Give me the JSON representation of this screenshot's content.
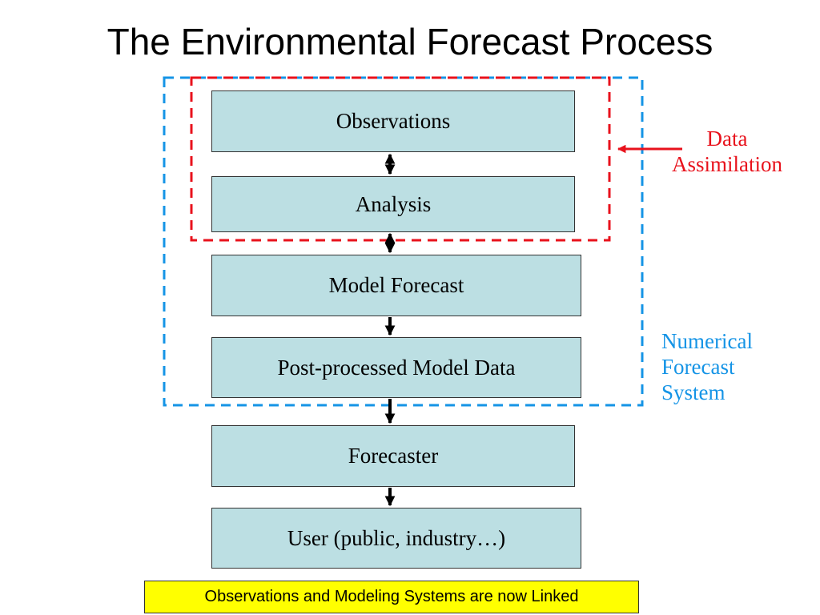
{
  "title": "The Environmental Forecast Process",
  "boxes": {
    "observations": "Observations",
    "analysis": "Analysis",
    "model_forecast": "Model Forecast",
    "post_processed": "Post-processed Model Data",
    "forecaster": "Forecaster",
    "user": "User (public, industry…)"
  },
  "labels": {
    "data_assimilation": [
      "Data",
      "Assimilation"
    ],
    "numerical_forecast_system": [
      "Numerical",
      "Forecast",
      "System"
    ]
  },
  "note": "Observations and Modeling Systems are now Linked",
  "colors": {
    "box_fill": "#bcdfe3",
    "data_assimilation": "#e8121c",
    "numerical_forecast_system": "#1594e6",
    "note_fill": "#ffff00"
  }
}
